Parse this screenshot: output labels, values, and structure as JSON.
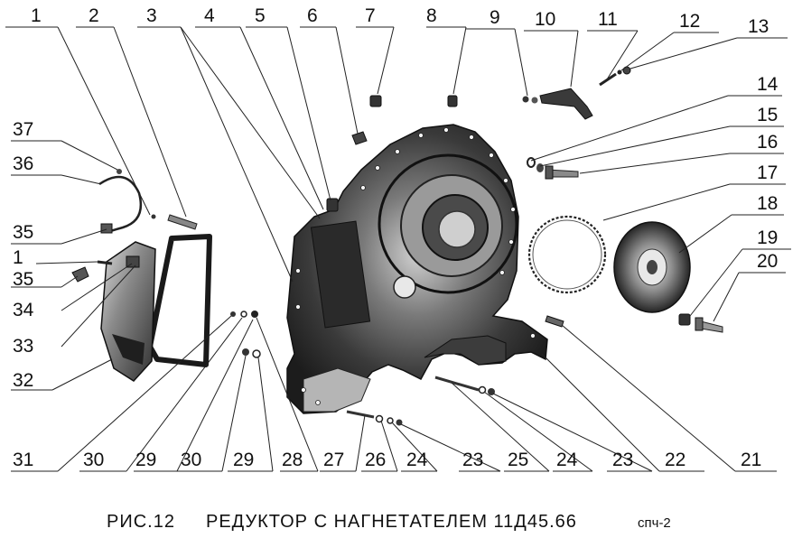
{
  "caption": {
    "fig": "РИС.12",
    "title": "РЕДУКТОР С НАГНЕТАТЕЛЕМ 11Д45.66",
    "suffix": "спч-2"
  },
  "callouts": {
    "top": [
      "1",
      "2",
      "3",
      "4",
      "5",
      "6",
      "7",
      "8",
      "9",
      "10",
      "11",
      "12",
      "13"
    ],
    "right": [
      "14",
      "15",
      "16",
      "17",
      "18",
      "19",
      "20"
    ],
    "left": [
      "37",
      "36",
      "35",
      "1",
      "35",
      "34",
      "33",
      "32"
    ],
    "bottom": [
      "31",
      "30",
      "29",
      "30",
      "29",
      "28",
      "27",
      "26",
      "24",
      "23",
      "25",
      "24",
      "23",
      "22",
      "21"
    ]
  },
  "colors": {
    "ink": "#111111",
    "metal_dark": "#2b2b2b",
    "metal_mid": "#6f6f6f",
    "metal_light": "#bdbdbd"
  }
}
